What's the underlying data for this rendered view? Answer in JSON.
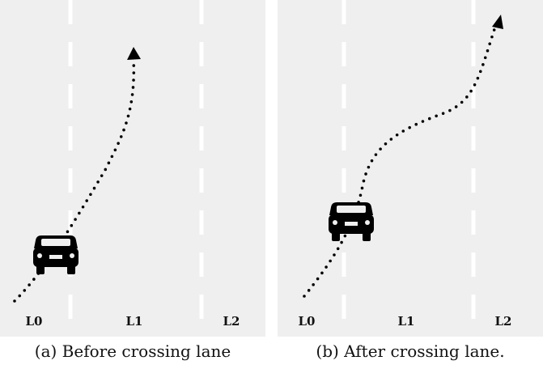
{
  "panels": [
    {
      "id": "a",
      "caption": "(a) Before crossing lane",
      "lane_labels": [
        "L0",
        "L1",
        "L2"
      ]
    },
    {
      "id": "b",
      "caption": "(b) After crossing lane.",
      "lane_labels": [
        "L0",
        "L1",
        "L2"
      ]
    }
  ],
  "colors": {
    "road": "#efefef",
    "lane_marking": "#ffffff",
    "car": "#000000",
    "trajectory": "#000000"
  }
}
